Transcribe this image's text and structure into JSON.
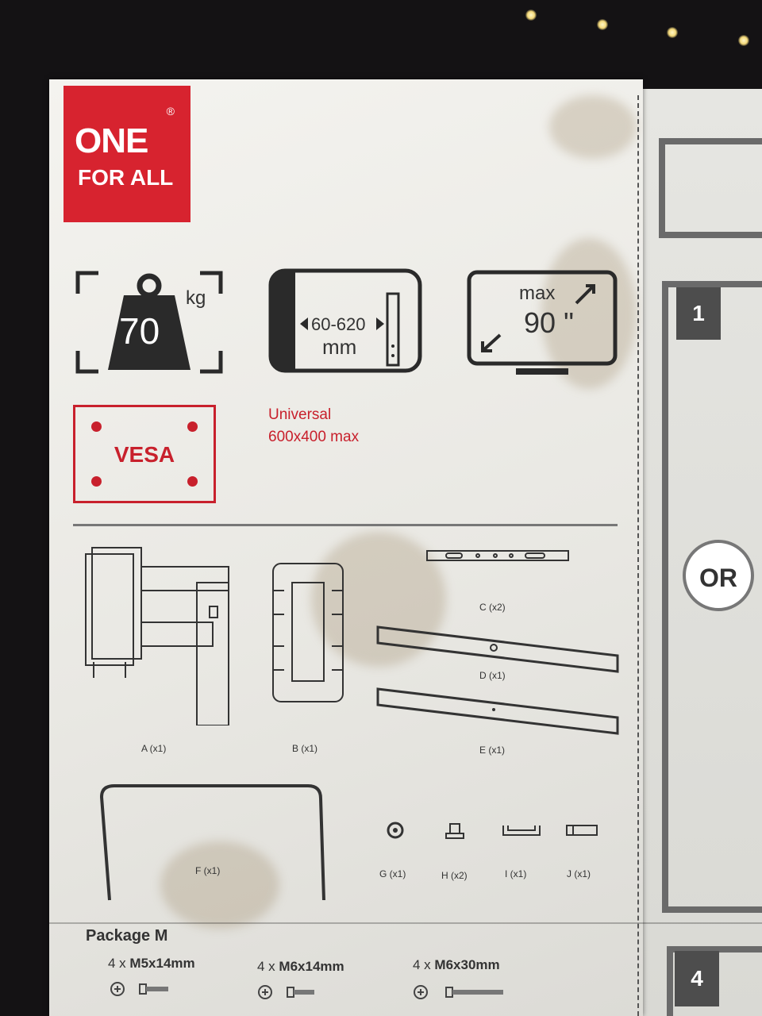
{
  "brand": {
    "line1": "ONE",
    "line2": "FOR ALL",
    "reg": "®"
  },
  "specs": {
    "weight_value": "70",
    "weight_unit": "kg",
    "depth_range": "60-620",
    "depth_unit": "mm",
    "size_prefix": "max",
    "size_value": "90",
    "size_unit": "\"",
    "vesa_label": "VESA",
    "vesa_line1": "Universal",
    "vesa_line2": "600x400 max"
  },
  "parts": {
    "A": "A (x1)",
    "B": "B (x1)",
    "C": "C (x2)",
    "D": "D (x1)",
    "E": "E (x1)",
    "F": "F (x1)",
    "G": "G (x1)",
    "H": "H (x2)",
    "I": "I (x1)",
    "J": "J (x1)"
  },
  "package": {
    "title": "Package M",
    "screws": [
      {
        "qty": "4 x",
        "size": "M5x14mm"
      },
      {
        "qty": "4 x",
        "size": "M6x14mm"
      },
      {
        "qty": "4 x",
        "size": "M6x30mm"
      }
    ]
  },
  "side_page": {
    "step1": "1",
    "or_label": "OR",
    "step4": "4"
  },
  "colors": {
    "brand_red": "#d7232f",
    "paper": "#ecebe6",
    "background": "#141214"
  }
}
